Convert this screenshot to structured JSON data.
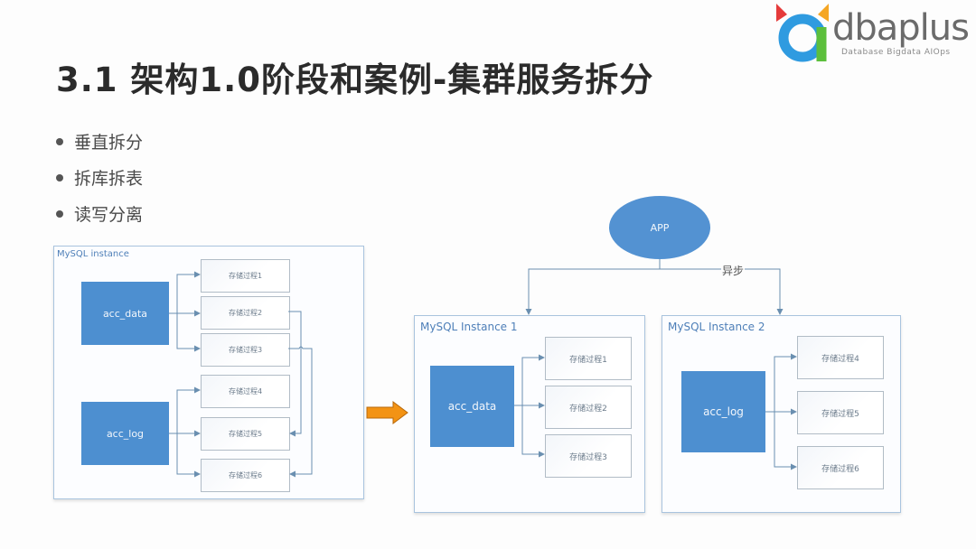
{
  "slide": {
    "title": "3.1 架构1.0阶段和案例-集群服务拆分",
    "bullets": [
      "垂直拆分",
      "拆库拆表",
      "读写分离"
    ]
  },
  "logo": {
    "wordmark": "dbaplus",
    "tagline": "Database  Bigdata  AIOps",
    "colors": {
      "ring": "#2f9be0",
      "stem": "#5cbf3c",
      "ear_left": "#e53b3b",
      "ear_right": "#f5a623"
    }
  },
  "before": {
    "instance_label": "MySQL instance",
    "tables": [
      {
        "name": "acc_data",
        "procedures": [
          "存储过程1",
          "存储过程2",
          "存储过程3"
        ]
      },
      {
        "name": "acc_log",
        "procedures": [
          "存储过程4",
          "存储过程5",
          "存储过程6"
        ]
      }
    ],
    "cross_links": [
      {
        "from": "存储过程2",
        "to": "存储过程5"
      },
      {
        "from": "存储过程3",
        "to": "存储过程6"
      }
    ]
  },
  "transition_arrow": {
    "icon": "arrow-right-icon",
    "color": "#f39314"
  },
  "after": {
    "app_label": "APP",
    "async_label": "异步",
    "instances": [
      {
        "label": "MySQL Instance 1",
        "table": "acc_data",
        "procedures": [
          "存储过程1",
          "存储过程2",
          "存储过程3"
        ]
      },
      {
        "label": "MySQL Instance 2",
        "table": "acc_log",
        "procedures": [
          "存储过程4",
          "存储过程5",
          "存储过程6"
        ]
      }
    ]
  },
  "colors": {
    "table_fill": "#4d8fd0",
    "connector": "#6a8fb0",
    "panel_border": "#a9c4de",
    "title_text": "#2b2b2b"
  }
}
